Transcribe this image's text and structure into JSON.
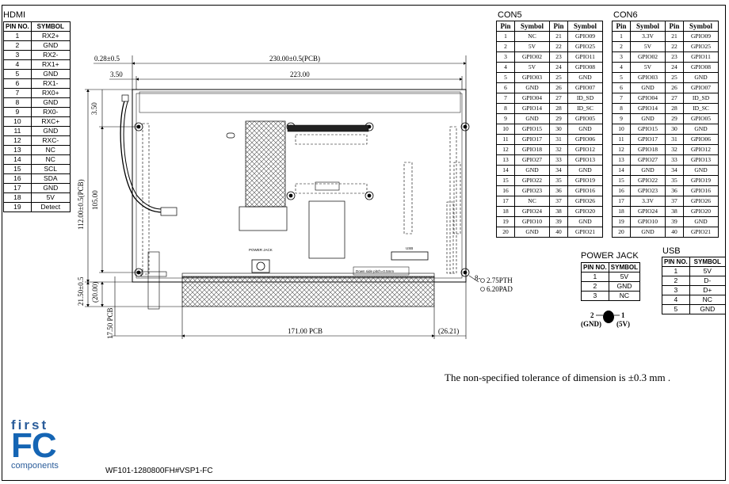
{
  "hdmi": {
    "title": "HDMI",
    "headers": [
      "PIN NO.",
      "SYMBOL"
    ],
    "rows": [
      [
        "1",
        "RX2+"
      ],
      [
        "2",
        "GND"
      ],
      [
        "3",
        "RX2-"
      ],
      [
        "4",
        "RX1+"
      ],
      [
        "5",
        "GND"
      ],
      [
        "6",
        "RX1-"
      ],
      [
        "7",
        "RX0+"
      ],
      [
        "8",
        "GND"
      ],
      [
        "9",
        "RX0-"
      ],
      [
        "10",
        "RXC+"
      ],
      [
        "11",
        "GND"
      ],
      [
        "12",
        "RXC-"
      ],
      [
        "13",
        "NC"
      ],
      [
        "14",
        "NC"
      ],
      [
        "15",
        "SCL"
      ],
      [
        "16",
        "SDA"
      ],
      [
        "17",
        "GND"
      ],
      [
        "18",
        "5V"
      ],
      [
        "19",
        "Detect"
      ]
    ]
  },
  "con5": {
    "title": "CON5",
    "headers": [
      "Pin",
      "Symbol",
      "Pin",
      "Symbol"
    ],
    "rows": [
      [
        "1",
        "NC",
        "21",
        "GPIO09"
      ],
      [
        "2",
        "5V",
        "22",
        "GPIO25"
      ],
      [
        "3",
        "GPIO02",
        "23",
        "GPIO11"
      ],
      [
        "4",
        "5V",
        "24",
        "GPIO08"
      ],
      [
        "5",
        "GPIO03",
        "25",
        "GND"
      ],
      [
        "6",
        "GND",
        "26",
        "GPIO07"
      ],
      [
        "7",
        "GPIO04",
        "27",
        "ID_SD"
      ],
      [
        "8",
        "GPIO14",
        "28",
        "ID_SC"
      ],
      [
        "9",
        "GND",
        "29",
        "GPIO05"
      ],
      [
        "10",
        "GPIO15",
        "30",
        "GND"
      ],
      [
        "11",
        "GPIO17",
        "31",
        "GPIO06"
      ],
      [
        "12",
        "GPIO18",
        "32",
        "GPIO12"
      ],
      [
        "13",
        "GPIO27",
        "33",
        "GPIO13"
      ],
      [
        "14",
        "GND",
        "34",
        "GND"
      ],
      [
        "15",
        "GPIO22",
        "35",
        "GPIO19"
      ],
      [
        "16",
        "GPIO23",
        "36",
        "GPIO16"
      ],
      [
        "17",
        "NC",
        "37",
        "GPIO26"
      ],
      [
        "18",
        "GPIO24",
        "38",
        "GPIO20"
      ],
      [
        "19",
        "GPIO10",
        "39",
        "GND"
      ],
      [
        "20",
        "GND",
        "40",
        "GPIO21"
      ]
    ]
  },
  "con6": {
    "title": "CON6",
    "headers": [
      "Pin",
      "Symbol",
      "Pin",
      "Symbol"
    ],
    "rows": [
      [
        "1",
        "3.3V",
        "21",
        "GPIO09"
      ],
      [
        "2",
        "5V",
        "22",
        "GPIO25"
      ],
      [
        "3",
        "GPIO02",
        "23",
        "GPIO11"
      ],
      [
        "4",
        "5V",
        "24",
        "GPIO08"
      ],
      [
        "5",
        "GPIO03",
        "25",
        "GND"
      ],
      [
        "6",
        "GND",
        "26",
        "GPIO07"
      ],
      [
        "7",
        "GPIO04",
        "27",
        "ID_SD"
      ],
      [
        "8",
        "GPIO14",
        "28",
        "ID_SC"
      ],
      [
        "9",
        "GND",
        "29",
        "GPIO05"
      ],
      [
        "10",
        "GPIO15",
        "30",
        "GND"
      ],
      [
        "11",
        "GPIO17",
        "31",
        "GPIO06"
      ],
      [
        "12",
        "GPIO18",
        "32",
        "GPIO12"
      ],
      [
        "13",
        "GPIO27",
        "33",
        "GPIO13"
      ],
      [
        "14",
        "GND",
        "34",
        "GND"
      ],
      [
        "15",
        "GPIO22",
        "35",
        "GPIO19"
      ],
      [
        "16",
        "GPIO23",
        "36",
        "GPIO16"
      ],
      [
        "17",
        "3.3V",
        "37",
        "GPIO26"
      ],
      [
        "18",
        "GPIO24",
        "38",
        "GPIO20"
      ],
      [
        "19",
        "GPIO10",
        "39",
        "GND"
      ],
      [
        "20",
        "GND",
        "40",
        "GPIO21"
      ]
    ]
  },
  "power_jack": {
    "title": "POWER JACK",
    "headers": [
      "PIN NO.",
      "SYMBOL"
    ],
    "rows": [
      [
        "1",
        "5V"
      ],
      [
        "2",
        "GND"
      ],
      [
        "3",
        "NC"
      ]
    ],
    "pin2_label": "2",
    "pin2_sub": "(GND)",
    "pin1_label": "1",
    "pin1_sub": "(5V)"
  },
  "usb": {
    "title": "USB",
    "headers": [
      "PIN NO.",
      "SYMBOL"
    ],
    "rows": [
      [
        "1",
        "5V"
      ],
      [
        "2",
        "D-"
      ],
      [
        "3",
        "D+"
      ],
      [
        "4",
        "NC"
      ],
      [
        "5",
        "GND"
      ]
    ]
  },
  "dimensions": {
    "d_028": "0.28±0.5",
    "d_230": "230.00±0.5(PCB)",
    "d_350_top": "3.50",
    "d_223": "223.00",
    "d_350_side": "3.50",
    "d_112": "112.00±0.5(PCB)",
    "d_105": "105.00",
    "d_2150": "21.50±0.5",
    "d_2000": "(20.00)",
    "d_1750": "17.50 PCB",
    "d_171": "171.00 PCB",
    "d_2621": "(26.21)",
    "hole_pth": "2.75PTH",
    "hole_pad": "6.20PAD",
    "hole_count": "8-"
  },
  "board_labels": {
    "power_jack": "POWER JACK",
    "down_side": "Down side pitch=0.5mm",
    "usb_conn": "USB"
  },
  "note": "The non-specified tolerance of dimension is ±0.3 mm .",
  "logo": {
    "top": "first",
    "mid": "FC",
    "bottom": "components"
  },
  "model": "WF101-1280800FH#VSP1-FC"
}
